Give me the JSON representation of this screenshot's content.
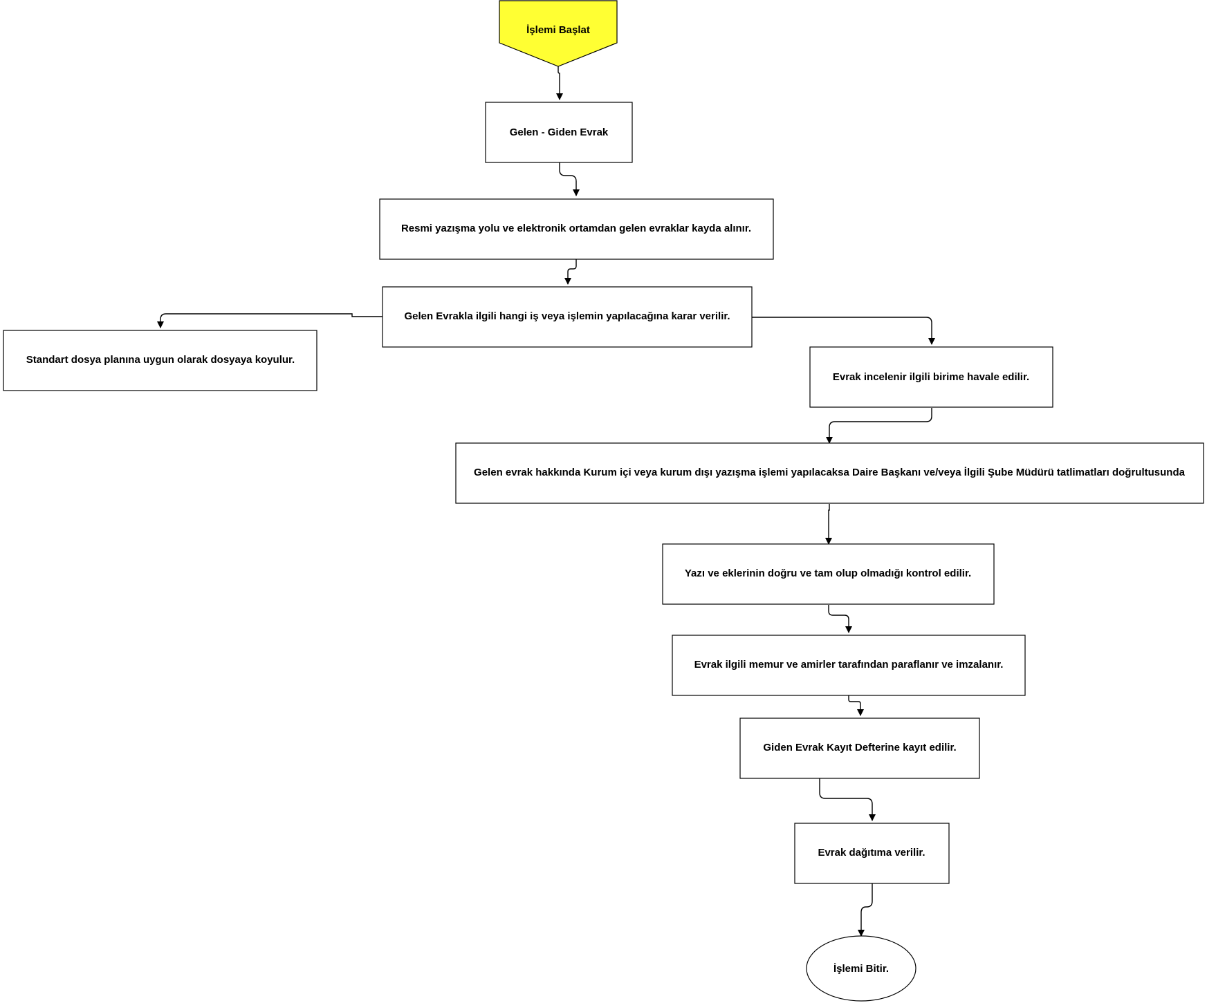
{
  "colors": {
    "start_fill": "#ffff33",
    "box_fill": "#ffffff",
    "stroke": "#000000"
  },
  "nodes": {
    "start": "İşlemi Başlat",
    "gelen_giden": "Gelen - Giden Evrak",
    "kayda_alinir": "Resmi yazışma yolu ve elektronik ortamdan gelen evraklar kayda alınır.",
    "karar": "Gelen Evrakla ilgili hangi iş veya işlemin yapılacağına karar verilir.",
    "dosyaya": "Standart dosya planına uygun olarak dosyaya koyulur.",
    "havale": "Evrak incelenir ilgili birime havale edilir.",
    "yazisma": "Gelen evrak hakkında Kurum içi veya kurum dışı yazışma işlemi yapılacaksa Daire Başkanı ve/veya İlgili Şube Müdürü tatlimatları doğrultusunda",
    "kontrol": "Yazı ve eklerinin doğru ve tam olup olmadığı kontrol edilir.",
    "paraf": "Evrak ilgili memur ve amirler tarafından paraflanır ve imzalanır.",
    "giden_kayit": "Giden Evrak Kayıt Defterine kayıt edilir.",
    "dagitim": "Evrak dağıtıma verilir.",
    "end": "İşlemi Bitir."
  }
}
